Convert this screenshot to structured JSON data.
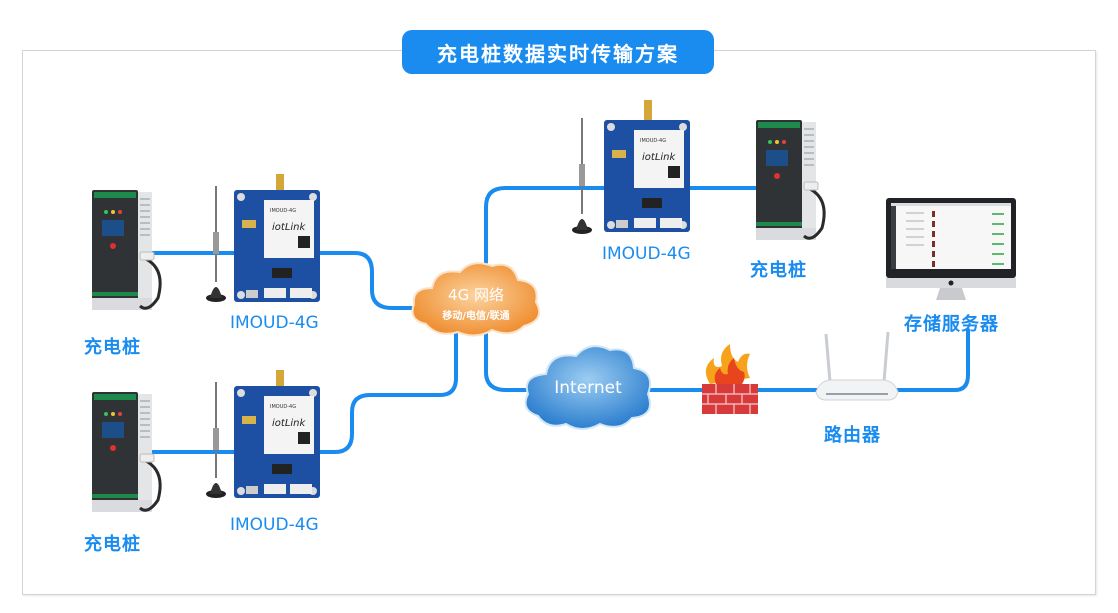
{
  "title": "充电桩数据实时传输方案",
  "nodes": {
    "charger_left_top": {
      "label": "充电桩",
      "icon": "charging-pile-icon"
    },
    "charger_left_bottom": {
      "label": "充电桩",
      "icon": "charging-pile-icon"
    },
    "charger_right": {
      "label": "充电桩",
      "icon": "charging-pile-icon"
    },
    "module_left_top": {
      "label": "IMOUD-4G",
      "board_brand": "iotLink",
      "board_model": "IMOUD-4G",
      "icon": "4g-module-icon"
    },
    "module_left_bottom": {
      "label": "IMOUD-4G",
      "board_brand": "iotLink",
      "board_model": "IMOUD-4G",
      "icon": "4g-module-icon"
    },
    "module_right": {
      "label": "IMOUD-4G",
      "board_brand": "iotLink",
      "board_model": "IMOUD-4G",
      "icon": "4g-module-icon"
    },
    "network_4g": {
      "title": "4G 网络",
      "subtitle": "移动/电信/联通",
      "icon": "cloud-icon"
    },
    "internet": {
      "title": "Internet",
      "icon": "cloud-icon"
    },
    "firewall": {
      "icon": "firewall-icon"
    },
    "router": {
      "label": "路由器",
      "icon": "router-icon"
    },
    "server": {
      "label": "存储服务器",
      "icon": "monitor-icon"
    }
  },
  "colors": {
    "accent": "#1a8cf0",
    "wire": "#1a8cf0",
    "cloud_4g": "#f29a3c",
    "cloud_internet": "#3a8fd6"
  }
}
